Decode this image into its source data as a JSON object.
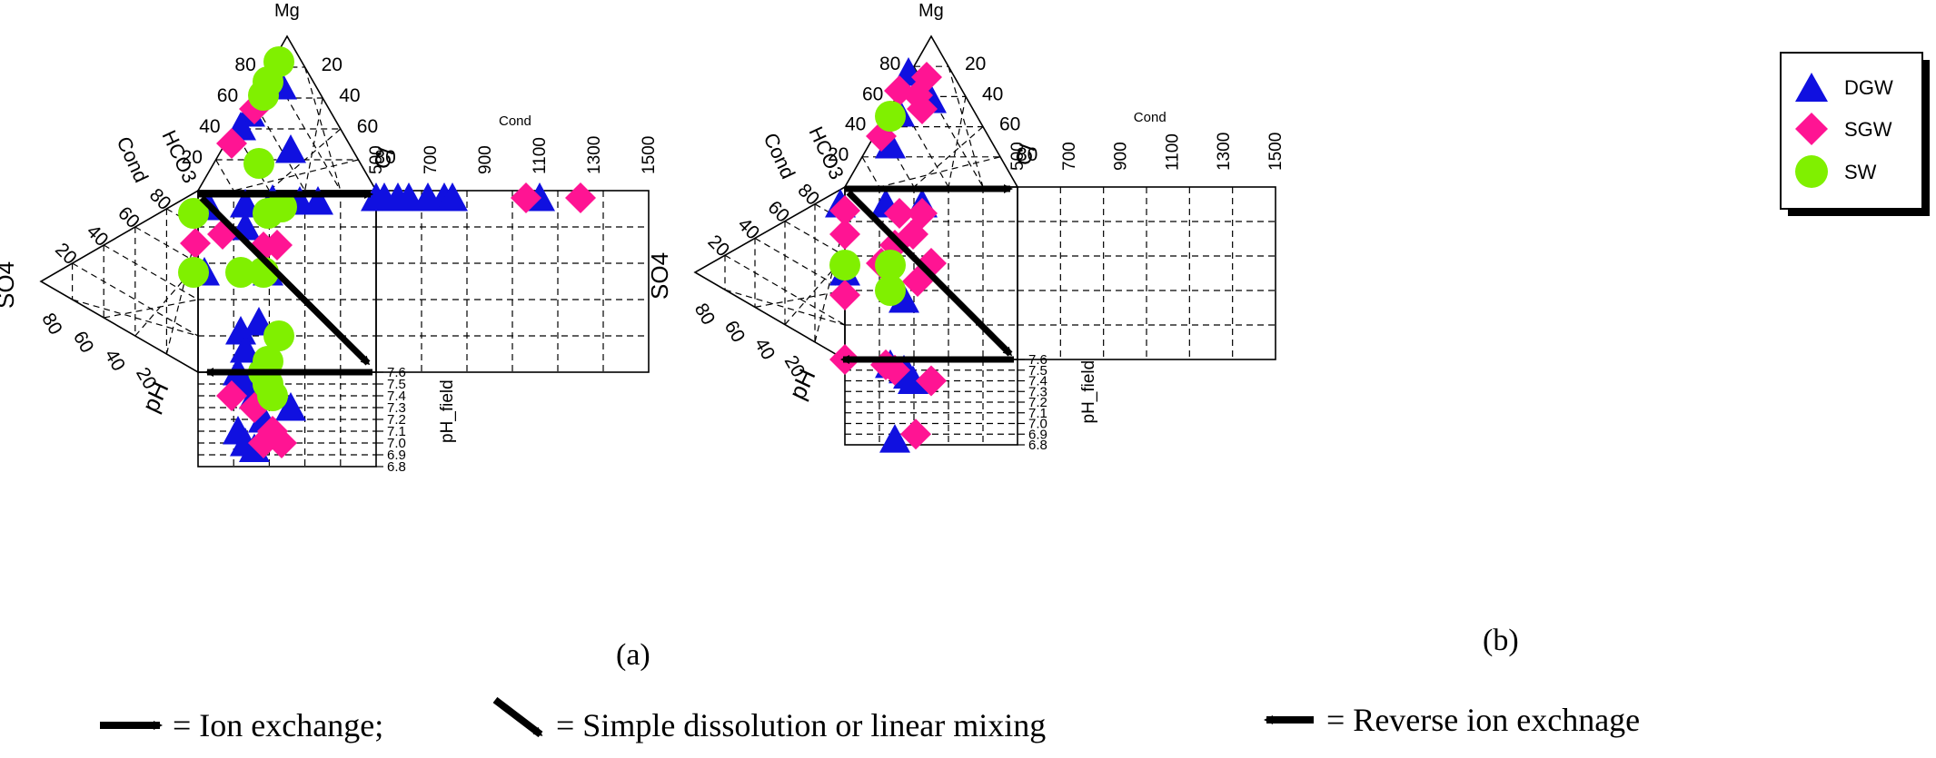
{
  "chart_data": [
    {
      "panel_label": "(a)",
      "type": "scatter",
      "axis_labels": {
        "apex": "Mg",
        "right": "Cl",
        "left": "SO4",
        "top_left_1": "HCO3",
        "top_left_2": "Cond",
        "bottom_left": "pH",
        "cond_axis": "Cond",
        "ph_axis": "pH_field"
      },
      "ternary_ticks": [
        "20",
        "40",
        "60",
        "80"
      ],
      "cond_ticks": [
        "500",
        "700",
        "900",
        "1100",
        "1300",
        "1500"
      ],
      "ph_ticks": [
        "7.6",
        "7.5",
        "7.4",
        "7.3",
        "7.2",
        "7.1",
        "7.0",
        "6.9",
        "6.8"
      ],
      "series": [
        {
          "name": "DGW",
          "shape": "triangle",
          "color": "#1010e0",
          "cond_values": [
            500,
            530,
            580,
            620,
            690,
            750,
            780,
            1100
          ],
          "ph_values": [
            7.6,
            7.5,
            7.4,
            7.3,
            7.2,
            7.1,
            7.0,
            6.95
          ]
        },
        {
          "name": "SGW",
          "shape": "diamond",
          "color": "#ff1493",
          "cond_values": [
            1050,
            1250
          ],
          "ph_values": [
            7.4,
            7.3,
            7.1,
            7.0,
            7.0
          ]
        },
        {
          "name": "SW",
          "shape": "circle",
          "color": "#80f000",
          "cond_values": [],
          "ph_values": [
            7.6,
            7.5,
            7.4
          ]
        }
      ]
    },
    {
      "panel_label": "(b)",
      "type": "scatter",
      "axis_labels": {
        "apex": "Mg",
        "right": "Cl",
        "left": "SO4",
        "top_left_1": "HCO3",
        "top_left_2": "Cond",
        "bottom_left": "pH",
        "cond_axis": "Cond",
        "ph_axis": "pH_field"
      },
      "ternary_ticks": [
        "20",
        "40",
        "60",
        "80"
      ],
      "cond_ticks": [
        "500",
        "700",
        "900",
        "1100",
        "1300",
        "1500"
      ],
      "ph_ticks": [
        "7.6",
        "7.5",
        "7.4",
        "7.3",
        "7.2",
        "7.1",
        "7.0",
        "6.9",
        "6.8"
      ],
      "series": [
        {
          "name": "DGW",
          "shape": "triangle",
          "color": "#1010e0",
          "ph_values": [
            7.55,
            7.5,
            7.45,
            7.4,
            6.85
          ]
        },
        {
          "name": "SGW",
          "shape": "diamond",
          "color": "#ff1493",
          "ph_values": [
            7.6,
            7.55,
            7.5,
            7.4,
            6.9
          ]
        },
        {
          "name": "SW",
          "shape": "circle",
          "color": "#80f000",
          "ph_values": []
        }
      ]
    }
  ],
  "legend": {
    "items": [
      {
        "name": "DGW",
        "shape": "triangle",
        "color": "#1010e0"
      },
      {
        "name": "SGW",
        "shape": "diamond",
        "color": "#ff1493"
      },
      {
        "name": "SW",
        "shape": "circle",
        "color": "#80f000"
      }
    ]
  },
  "caption": {
    "ion_exchange": "= Ion exchange;",
    "dissolution": "= Simple dissolution or linear mixing",
    "reverse": "= Reverse ion exchnage"
  }
}
